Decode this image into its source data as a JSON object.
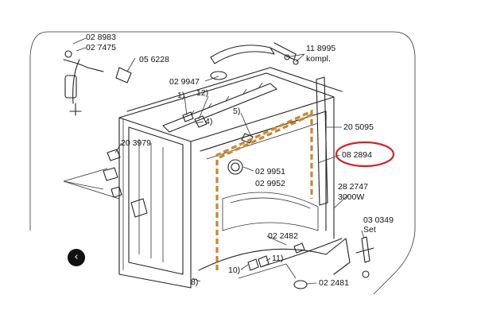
{
  "navigation": {
    "prev_glyph": "‹"
  },
  "highlight_color": "#d61e26",
  "gasket_color": "#c8872e",
  "labels": {
    "l1": "02 8983",
    "l2": "02 7475",
    "l3": "05 6228",
    "l4": "11 8995",
    "l5": "kompl.",
    "l6": "02 9947",
    "l7": "1)",
    "l8": "12)",
    "l9": "5)",
    "l10": "4)",
    "l11": "20 3979",
    "l12": "20 5095",
    "l13": "08 2894",
    "l14": "02 9951",
    "l15": "02 9952",
    "l16": "28 2747",
    "l17": "3000W",
    "l18": "03 0349",
    "l19": "Set",
    "l20": "02 2482",
    "l21": "11)",
    "l22": "10)",
    "l23": "8)",
    "l24": "02 2481"
  }
}
